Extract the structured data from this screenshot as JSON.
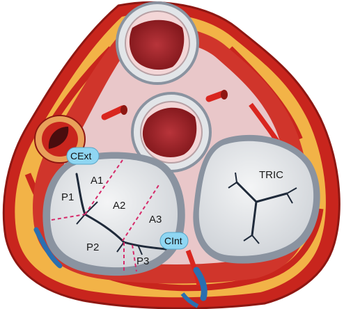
{
  "mitral_labels": {
    "a1": "A1",
    "a2": "A2",
    "a3": "A3",
    "p1": "P1",
    "p2": "P2",
    "p3": "P3"
  },
  "tricuspid_label": "TRIC",
  "commissure_labels": {
    "external": "CExt",
    "internal": "CInt"
  },
  "colors": {
    "outer_tissue": "#c8251d",
    "dark_edge": "#8e1712",
    "fat": "#f2b347",
    "fat_light": "#f7cf6f",
    "inner_pink": "#e9c7c9",
    "valve_ring": "#8a93a0",
    "valve_fill": "#e2e5e8",
    "leaflet_line": "#1f2a3a",
    "dashed_divider": "#d62a6a",
    "pill_fill": "#8fd6f2",
    "blood_vessel": "#2a6fb0",
    "valve_cusp": "#a4262a"
  }
}
